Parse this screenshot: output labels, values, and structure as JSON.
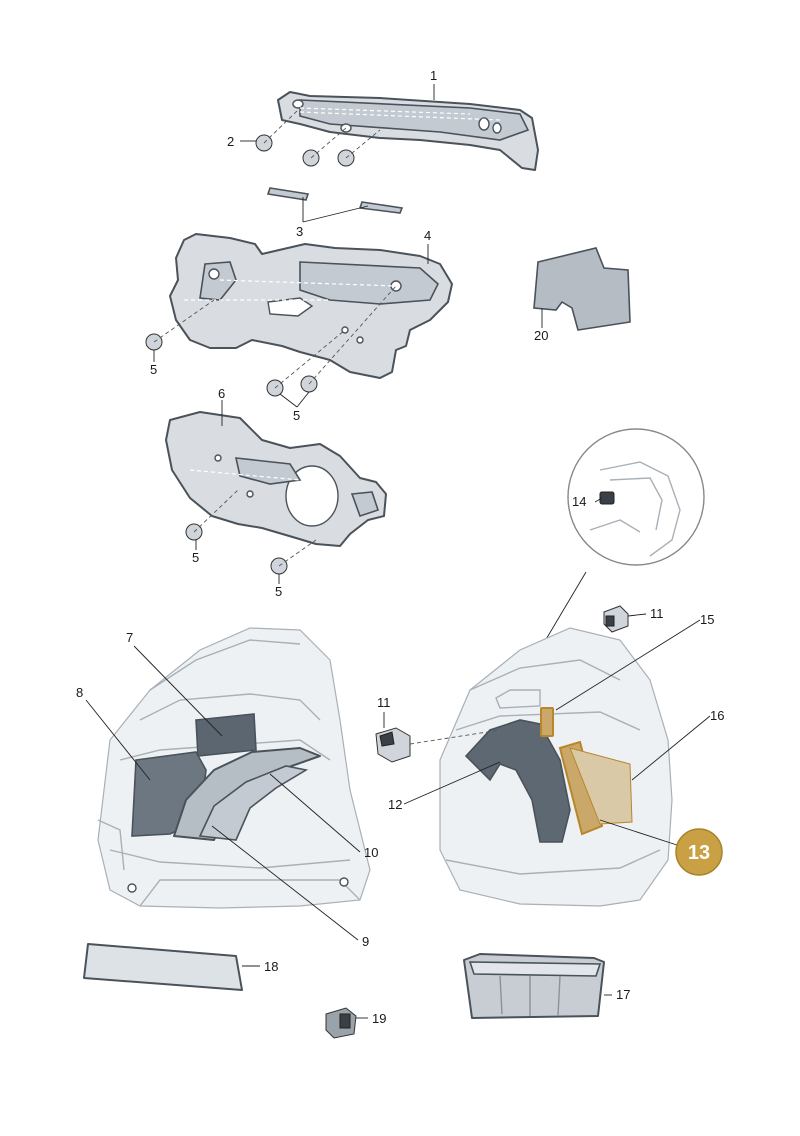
{
  "labels": {
    "p1": "1",
    "p2": "2",
    "p3": "3",
    "p4": "4",
    "p5a": "5",
    "p5b": "5",
    "p5c": "5",
    "p5d": "5",
    "p6": "6",
    "p7": "7",
    "p8": "8",
    "p9": "9",
    "p10": "10",
    "p11a": "11",
    "p11b": "11",
    "p12": "12",
    "p13": "13",
    "p14": "14",
    "p15": "15",
    "p16": "16",
    "p17": "17",
    "p18": "18",
    "p19": "19",
    "p20": "20"
  },
  "colors": {
    "part_fill": "#d9dde2",
    "outline": "#4a525a",
    "highlight": "#b8862b",
    "badge": "#c9a043"
  }
}
